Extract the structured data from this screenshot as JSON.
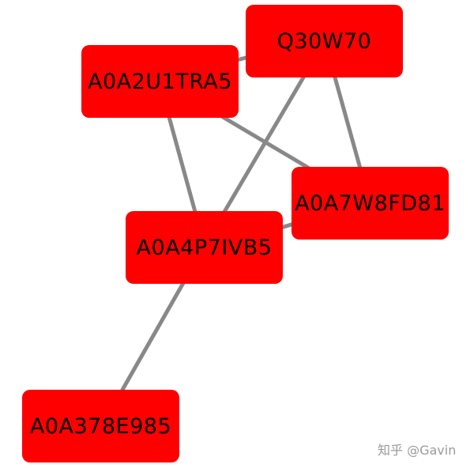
{
  "graph": {
    "node_color": "#ff0000",
    "edge_color": "#888888",
    "nodes": [
      {
        "id": "Q30W70",
        "label": "Q30W70"
      },
      {
        "id": "A0A2U1TRA5",
        "label": "A0A2U1TRA5"
      },
      {
        "id": "A0A7W8FD81",
        "label": "A0A7W8FD81"
      },
      {
        "id": "A0A4P7IVB5",
        "label": "A0A4P7IVB5"
      },
      {
        "id": "A0A378E985",
        "label": "A0A378E985"
      }
    ],
    "edges": [
      {
        "source": "A0A2U1TRA5",
        "target": "Q30W70"
      },
      {
        "source": "Q30W70",
        "target": "A0A4P7IVB5"
      },
      {
        "source": "Q30W70",
        "target": "A0A7W8FD81"
      },
      {
        "source": "A0A2U1TRA5",
        "target": "A0A7W8FD81"
      },
      {
        "source": "A0A2U1TRA5",
        "target": "A0A4P7IVB5"
      },
      {
        "source": "A0A4P7IVB5",
        "target": "A0A7W8FD81"
      },
      {
        "source": "A0A4P7IVB5",
        "target": "A0A378E985"
      }
    ]
  },
  "watermark": "知乎 @Gavin"
}
